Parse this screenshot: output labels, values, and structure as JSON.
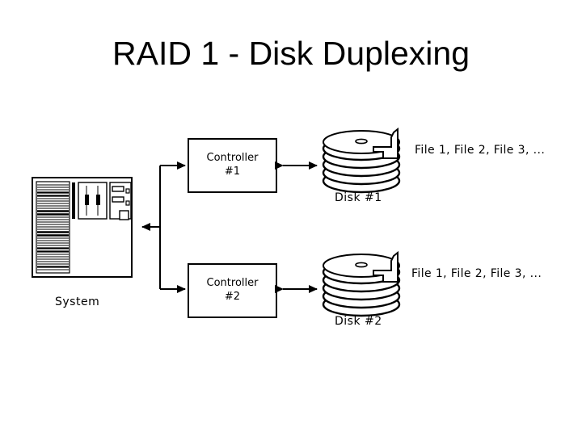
{
  "slide": {
    "title": "RAID 1 - Disk Duplexing",
    "background_color": "#ffffff",
    "ink_color": "#000000"
  },
  "diagram": {
    "type": "raid-duplexing-block-diagram",
    "system": {
      "label": "System",
      "icon": "computer-tower-icon"
    },
    "controllers": [
      {
        "line1": "Controller",
        "line2": "#1"
      },
      {
        "line1": "Controller",
        "line2": "#2"
      }
    ],
    "disks": [
      {
        "label": "Disk #1",
        "icon": "disk-platter-stack-icon",
        "contents": "File 1, File 2, File 3, ..."
      },
      {
        "label": "Disk #2",
        "icon": "disk-platter-stack-icon",
        "contents": "File 1, File 2, File 3, ..."
      }
    ],
    "connections": [
      {
        "from": "system",
        "to": "controller-1",
        "arrow": "single",
        "direction": "to-controller"
      },
      {
        "from": "system",
        "to": "controller-2",
        "arrow": "single",
        "direction": "to-controller"
      },
      {
        "from": "controller-1",
        "to": "disk-1",
        "arrow": "double"
      },
      {
        "from": "controller-2",
        "to": "disk-2",
        "arrow": "double"
      }
    ]
  }
}
